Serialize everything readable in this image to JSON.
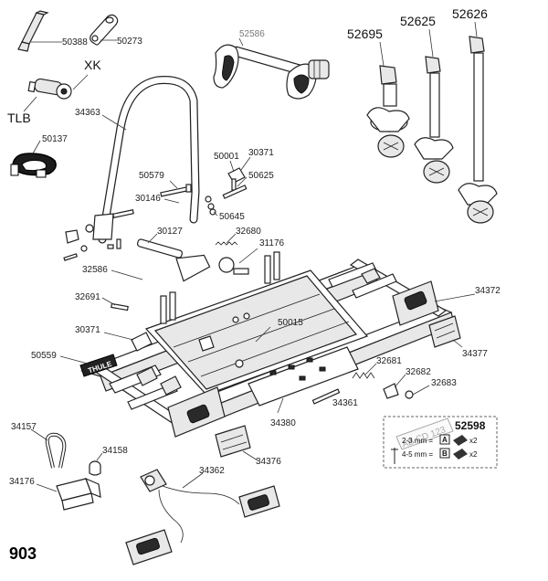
{
  "model_number": "903",
  "labels": {
    "p50388": "50388",
    "p50273": "50273",
    "xk": "XK",
    "tlb": "TLB",
    "p50137": "50137",
    "p34363": "34363",
    "p52586_top": "52586",
    "p52695": "52695",
    "p52625": "52625",
    "p52626": "52626",
    "p50001": "50001",
    "p30371_top": "30371",
    "p50579": "50579",
    "p50625": "50625",
    "p30146": "30146",
    "p50645": "50645",
    "p30127": "30127",
    "p32680": "32680",
    "p31176": "31176",
    "p32586_mid": "32586",
    "p32691": "32691",
    "p34372": "34372",
    "p30371_mid": "30371",
    "p50015": "50015",
    "p34377": "34377",
    "p50559": "50559",
    "p32681": "32681",
    "p32682": "32682",
    "p32683": "32683",
    "p34361": "34361",
    "p34380": "34380",
    "p34157": "34157",
    "p34158": "34158",
    "p34376": "34376",
    "p34362": "34362",
    "p34176": "34176"
  },
  "plate_kit": {
    "number": "52598",
    "plate_text": "AB CD 123",
    "row1_text": "2-3 mm =",
    "row1_letter": "A",
    "row1_qty": "x2",
    "row2_text": "4-5 mm =",
    "row2_letter": "B",
    "row2_qty": "x2"
  },
  "brand_text": "THULE"
}
